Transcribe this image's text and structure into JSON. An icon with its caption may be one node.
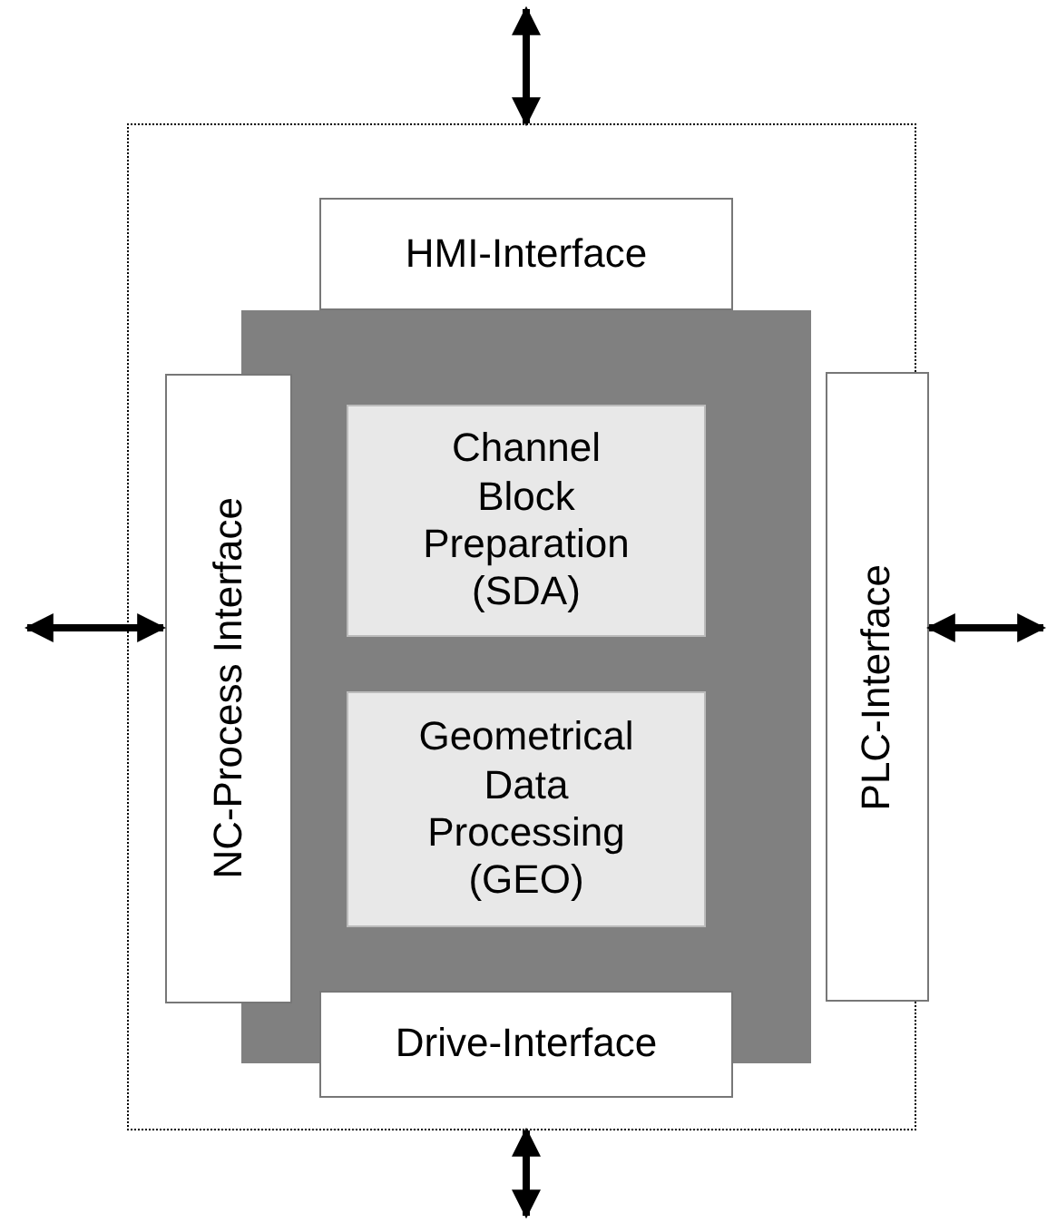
{
  "diagram": {
    "nodes": [
      {
        "text": [],
        "shape": "box"
      },
      {
        "text": [],
        "shape": "box",
        "in": 0
      },
      {
        "text": [
          "HMI-Interface"
        ],
        "in": 0
      },
      {
        "text": [
          "NC-Process Interface"
        ],
        "in": 0
      },
      {
        "text": [
          "Channel Block Preparation (SDA)"
        ],
        "in": 1
      },
      {
        "text": [
          "Geometrical Data Processing (GEO)"
        ],
        "in": 1
      },
      {
        "text": [
          "PLC-Interface"
        ]
      },
      {
        "text": [
          "Drive-Interface"
        ],
        "in": 0
      }
    ],
    "edges": [
      {
        "from": null,
        "to": 0,
        "arrow": "both"
      },
      {
        "from": null,
        "to": 3,
        "arrow": "both"
      },
      {
        "from": null,
        "to": 6,
        "arrow": "both"
      },
      {
        "from": null,
        "to": 0,
        "arrow": "both"
      }
    ]
  }
}
